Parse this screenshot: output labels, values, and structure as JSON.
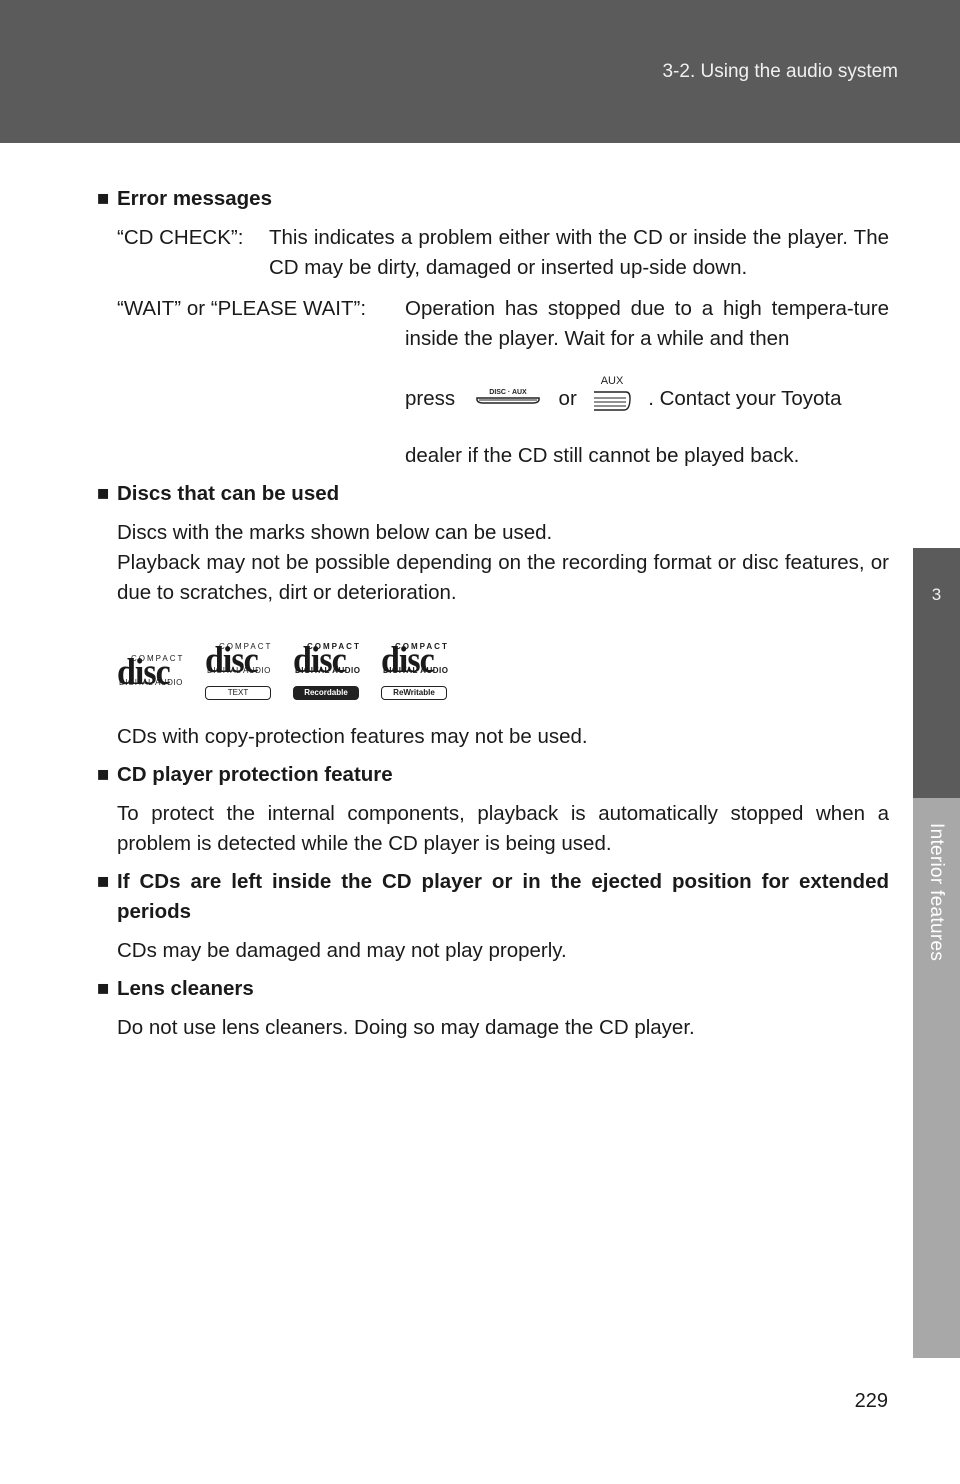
{
  "header": {
    "title": "3-2. Using the audio system"
  },
  "side_tab": {
    "chapter": "3",
    "label": "Interior features"
  },
  "sections": {
    "error": {
      "title": "Error messages",
      "cd_check_term": "“CD CHECK”:",
      "cd_check_desc": "This indicates a problem either with the CD or inside the player. The CD may be dirty, damaged or inserted up-side down.",
      "wait_term": "“WAIT” or “PLEASE WAIT”:",
      "wait_desc_1": "Operation has stopped due to a high tempera-ture inside the player. Wait for a while and then",
      "wait_press": "press",
      "wait_or": "or",
      "wait_desc_2": ". Contact your Toyota",
      "wait_desc_3": "dealer if the CD still cannot be played back.",
      "button_disc_aux": "DISC · AUX",
      "button_aux": "AUX"
    },
    "discs": {
      "title": "Discs that can be used",
      "p1": "Discs with the marks shown below can be used.",
      "p2": "Playback may not be possible depending on the recording format or disc features, or due to scratches, dirt or deterioration.",
      "p3": "CDs with copy-protection features may not be used.",
      "logos": [
        {
          "word": "disc",
          "top": "COMPACT",
          "bottom": "DIGITAL AUDIO",
          "box": ""
        },
        {
          "word": "disc",
          "top": "COMPACT",
          "bottom": "DIGITAL AUDIO",
          "box": "TEXT"
        },
        {
          "word": "disc",
          "top": "COMPACT",
          "bottom": "DIGITAL AUDIO",
          "box": "Recordable"
        },
        {
          "word": "disc",
          "top": "COMPACT",
          "bottom": "DIGITAL AUDIO",
          "box": "ReWritable"
        }
      ]
    },
    "protection": {
      "title": "CD player protection feature",
      "p1": "To protect the internal components, playback is automatically stopped when a problem is detected while the CD player is being used."
    },
    "left_inside": {
      "title": "If CDs are left inside the CD player or in the ejected position for extended periods",
      "p1": "CDs may be damaged and may not play properly."
    },
    "lens": {
      "title": "Lens cleaners",
      "p1": "Do not use lens cleaners. Doing so may damage the CD player."
    }
  },
  "page_number": "229",
  "bullet_glyph": "■"
}
